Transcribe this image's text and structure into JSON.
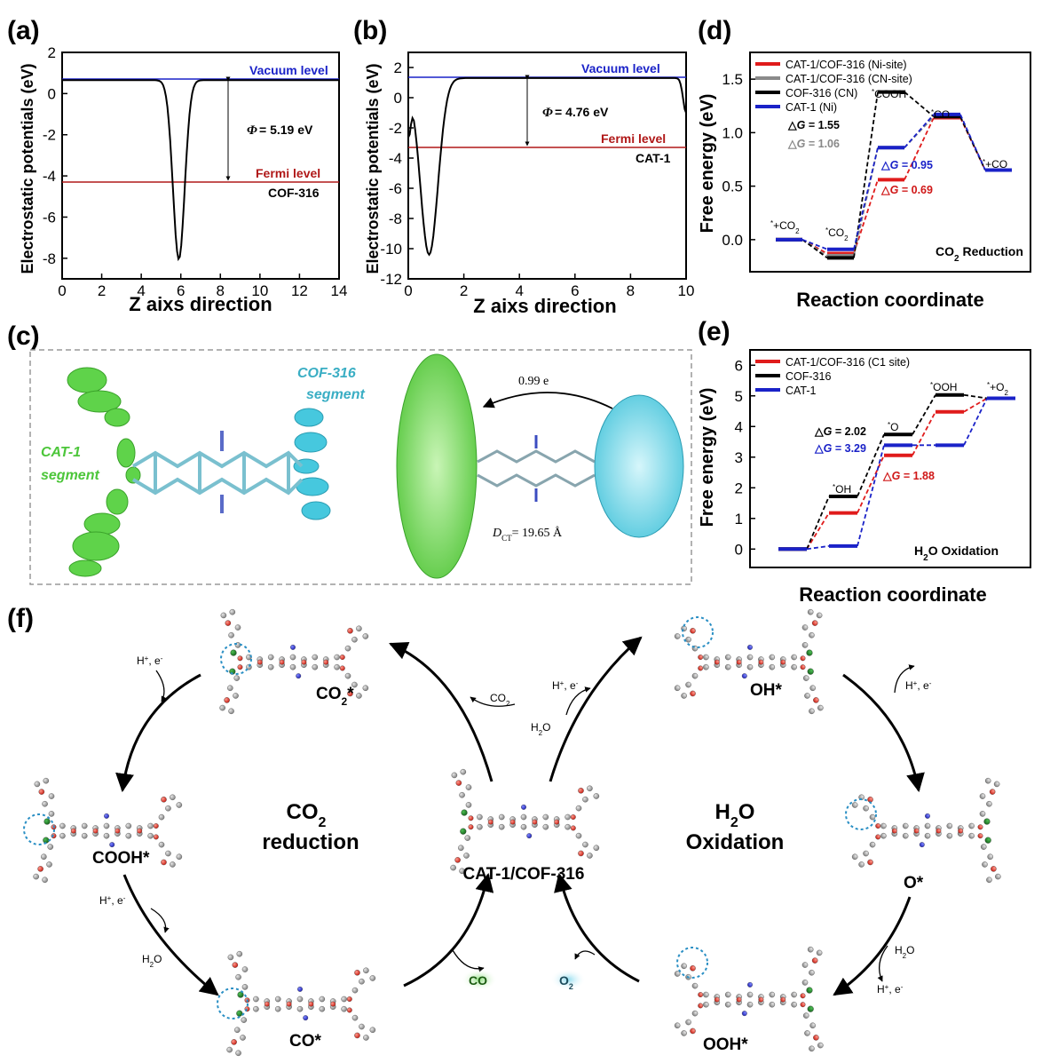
{
  "panels": {
    "a": "(a)",
    "b": "(b)",
    "c": "(c)",
    "d": "(d)",
    "e": "(e)",
    "f": "(f)"
  },
  "panel_a": {
    "ylabel": "Electrostatic potentials (eV)",
    "xlabel": "Z aixs direction",
    "xticks": [
      "0",
      "2",
      "4",
      "6",
      "8",
      "10",
      "12",
      "14"
    ],
    "yticks": [
      "2",
      "0",
      "-2",
      "-4",
      "-6",
      "-8"
    ],
    "vacuum": "Vacuum level",
    "fermi": "Fermi level",
    "phi": "= 5.19 eV",
    "phi_sym": "Φ",
    "material": "COF-316"
  },
  "panel_b": {
    "ylabel": "Electrostatic potentials (eV)",
    "xlabel": "Z aixs direction",
    "xticks": [
      "0",
      "2",
      "4",
      "6",
      "8",
      "10"
    ],
    "yticks": [
      "2",
      "0",
      "-2",
      "-4",
      "-6",
      "-8",
      "-10",
      "-12"
    ],
    "vacuum": "Vacuum level",
    "fermi": "Fermi level",
    "phi": "= 4.76 eV",
    "phi_sym": "Φ",
    "material": "CAT-1"
  },
  "panel_c": {
    "cof_segment": "COF-316",
    "cof_segment2": "segment",
    "cat_segment": "CAT-1",
    "cat_segment2": "segment",
    "charge": "0.99 e",
    "dct": "= 19.65 Å",
    "dct_sym": "D",
    "dct_sub": "CT"
  },
  "panel_d": {
    "ylabel": "Free energy (eV)",
    "xlabel": "Reaction coordinate",
    "yticks": [
      "1.5",
      "1.0",
      "0.5",
      "0.0"
    ],
    "legend": [
      "CAT-1/COF-316 (Ni-site)",
      "CAT-1/COF-316 (CN-site)",
      "COF-316 (CN)",
      "CAT-1 (Ni)"
    ],
    "states": [
      "*+CO2",
      "*CO2",
      "*COOH",
      "*CO",
      "*+CO"
    ],
    "dg": [
      "= 1.55",
      "= 1.06",
      "= 0.95",
      "= 0.69"
    ],
    "title": "CO2 Reduction"
  },
  "panel_e": {
    "ylabel": "Free energy (eV)",
    "xlabel": "Reaction coordinate",
    "yticks": [
      "6",
      "5",
      "4",
      "3",
      "2",
      "1",
      "0"
    ],
    "legend": [
      "CAT-1/COF-316 (C1 site)",
      "COF-316",
      "CAT-1"
    ],
    "states": [
      "*OH",
      "*O",
      "*OOH",
      "*+O2"
    ],
    "dg": [
      "= 2.02",
      "= 3.29",
      "= 1.88"
    ],
    "title": "H2O Oxidation"
  },
  "panel_f": {
    "left_cycle": [
      "CO",
      "2",
      "reduction"
    ],
    "right_cycle": [
      "H",
      "2",
      "O",
      "Oxidation"
    ],
    "center": "CAT-1/COF-316",
    "mols": [
      "CO2*",
      "COOH*",
      "CO*",
      "OH*",
      "O*",
      "OOH*"
    ],
    "reagents": {
      "he": "H+, e-",
      "h2o": "H2O",
      "co2": "CO2",
      "co": "CO",
      "o2": "O2"
    }
  },
  "chart_data": [
    {
      "type": "line",
      "panel": "a",
      "xlabel": "Z aixs direction",
      "ylabel": "Electrostatic potentials (eV)",
      "xlim": [
        0,
        14
      ],
      "ylim": [
        -9,
        2
      ],
      "vacuum_level": 0.65,
      "fermi_level": -4.54,
      "work_function": 5.19,
      "series": [
        {
          "x": [
            0,
            4.5,
            5.2,
            5.6,
            5.9,
            6.2,
            6.6,
            7.3,
            14
          ],
          "y": [
            0.65,
            0.6,
            -2.5,
            -6.5,
            -8.05,
            -6.5,
            -2.5,
            0.6,
            0.65
          ]
        }
      ]
    },
    {
      "type": "line",
      "panel": "b",
      "xlabel": "Z aixs direction",
      "ylabel": "Electrostatic potentials (eV)",
      "xlim": [
        0,
        10
      ],
      "ylim": [
        -12,
        3
      ],
      "vacuum_level": 1.3,
      "fermi_level": -3.46,
      "work_function": 4.76,
      "series": [
        {
          "x": [
            0,
            0.2,
            0.5,
            0.75,
            1.0,
            1.4,
            2.0,
            9.5,
            10
          ],
          "y": [
            -1.5,
            -6,
            -10,
            -10.4,
            -9,
            -3,
            1.1,
            1.3,
            -1
          ]
        }
      ]
    },
    {
      "type": "line",
      "panel": "d",
      "title": "CO2 Reduction",
      "ylabel": "Free energy (eV)",
      "xlabel": "Reaction coordinate",
      "ylim": [
        -0.3,
        1.75
      ],
      "categories": [
        "*+CO2",
        "*CO2",
        "*COOH",
        "*CO",
        "*+CO"
      ],
      "series": [
        {
          "name": "CAT-1/COF-316 (Ni-site)",
          "values": [
            0,
            -0.13,
            0.56,
            1.14,
            0.65
          ]
        },
        {
          "name": "CAT-1/COF-316 (CN-site)",
          "values": [
            0,
            -0.15,
            0.86,
            1.15,
            0.65
          ]
        },
        {
          "name": "COF-316 (CN)",
          "values": [
            0,
            -0.17,
            1.38,
            1.15,
            0.65
          ]
        },
        {
          "name": "CAT-1 (Ni)",
          "values": [
            0,
            -0.09,
            0.86,
            1.17,
            0.65
          ]
        }
      ]
    },
    {
      "type": "line",
      "panel": "e",
      "title": "H2O Oxidation",
      "ylabel": "Free energy (eV)",
      "xlabel": "Reaction coordinate",
      "ylim": [
        -0.6,
        6.5
      ],
      "categories": [
        "*",
        "*OH",
        "*O",
        "*OOH",
        "*+O2"
      ],
      "series": [
        {
          "name": "CAT-1/COF-316 (C1 site)",
          "values": [
            0,
            1.18,
            3.06,
            4.48,
            4.92
          ]
        },
        {
          "name": "COF-316",
          "values": [
            0,
            1.72,
            3.74,
            5.03,
            4.92
          ]
        },
        {
          "name": "CAT-1",
          "values": [
            0,
            0.1,
            3.39,
            3.39,
            4.92
          ]
        }
      ]
    }
  ]
}
